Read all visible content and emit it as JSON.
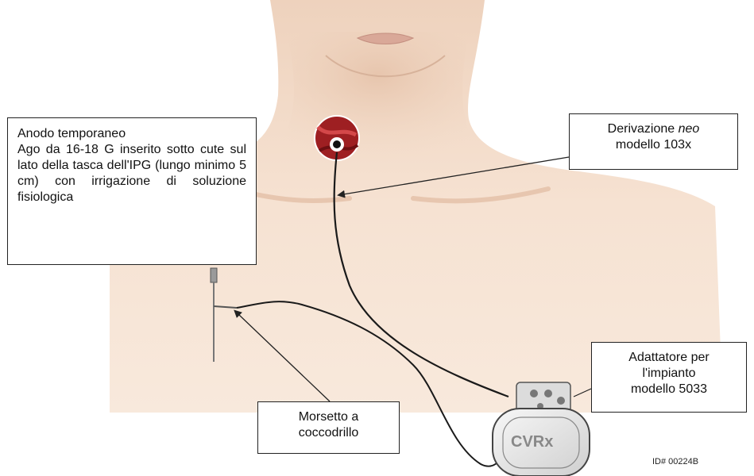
{
  "callouts": {
    "anode": {
      "title": "Anodo temporaneo",
      "body": "Ago da 16-18 G inserito sotto cute sul lato della tasca dell'IPG (lungo minimo 5 cm) con irrigazione di soluzione fisiologica"
    },
    "lead": {
      "line1_prefix": "Derivazione ",
      "line1_italic": "neo",
      "line2": "modello 103x"
    },
    "adapter": {
      "line1": "Adattatore per",
      "line2": "l'impianto",
      "line3": "modello 5033"
    },
    "clamp": {
      "line1": "Morsetto a",
      "line2": "coccodrillo"
    }
  },
  "device": {
    "brand": "CVRx"
  },
  "figure_id": "ID# 00224B",
  "colors": {
    "skin": "#f3ddc9",
    "skin_shadow": "#e6c3a9",
    "artery": "#b3282a",
    "lead_wire": "#1a1a1a",
    "device_body": "#e9e9e9"
  }
}
